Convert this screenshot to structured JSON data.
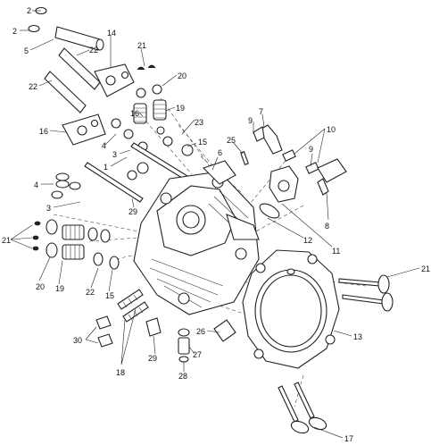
{
  "callouts": {
    "c2a": "2",
    "c2b": "2",
    "c5": "5",
    "c14": "14",
    "c22a": "22",
    "c21a": "21",
    "c20a": "20",
    "c22b": "22",
    "c19": "19",
    "c16a": "16",
    "c23": "23",
    "c4a": "4",
    "c16b": "16",
    "c15a": "15",
    "c25": "25",
    "c9a": "9",
    "c7": "7",
    "c10": "10",
    "c9b": "9",
    "c3a": "3",
    "c1": "1",
    "c6": "6",
    "c4b": "4",
    "c3b": "3",
    "c29a": "29",
    "c8": "8",
    "c12": "12",
    "c11": "11",
    "c21b": "21",
    "c20b": "20",
    "c19b": "19",
    "c22c": "22",
    "c15b": "15",
    "c21c": "21",
    "c13": "13",
    "c30": "30",
    "c18": "18",
    "c29b": "29",
    "c28": "28",
    "c27": "27",
    "c26": "26",
    "c17": "17"
  }
}
